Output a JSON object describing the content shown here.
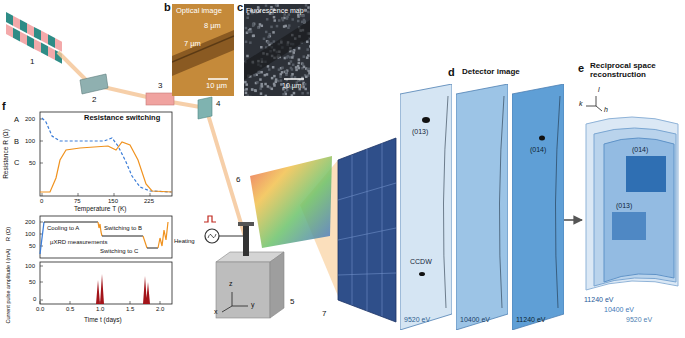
{
  "diagram": {
    "nodes": [
      {
        "text": [
          "Optical image",
          "8 µm",
          "7 µm",
          "10 µm"
        ]
      },
      {
        "text": [
          "Fluorescence map",
          "10 µm"
        ]
      },
      {
        "text": [
          "(013)",
          "CCDW",
          "9520 eV"
        ]
      },
      {
        "text": [
          "10400 eV"
        ]
      },
      {
        "text": [
          "(014)",
          "11240 eV"
        ]
      },
      {
        "text": [
          "(014)",
          "(013)",
          "11240 eV",
          "10400 eV",
          "9520 eV"
        ]
      }
    ],
    "edges": [
      {
        "from": 4,
        "to": 5,
        "arrow": "to"
      }
    ],
    "labels": [
      "b",
      "c",
      "d",
      "e",
      "f",
      "1",
      "2",
      "3",
      "4",
      "5",
      "6",
      "7",
      "x",
      "y",
      "z",
      "Resistance switching",
      "A",
      "B",
      "C",
      "Resistance R (Ω)",
      "200",
      "100",
      "50",
      "0",
      "75",
      "150",
      "225",
      "Temperature T (K)",
      "R (Ω)",
      "200",
      "100",
      "50",
      "Cooling to A",
      "Switching to B",
      "Switching to C",
      "µXRD measurements",
      "Heating",
      "Current pulse amplitude I (mA)",
      "100",
      "50",
      "0",
      "0.0",
      "0.5",
      "1.0",
      "1.5",
      "2.0",
      "Time t (days)",
      "Detector image",
      "Reciprocal space reconstruction",
      "l",
      "k",
      "h"
    ]
  }
}
